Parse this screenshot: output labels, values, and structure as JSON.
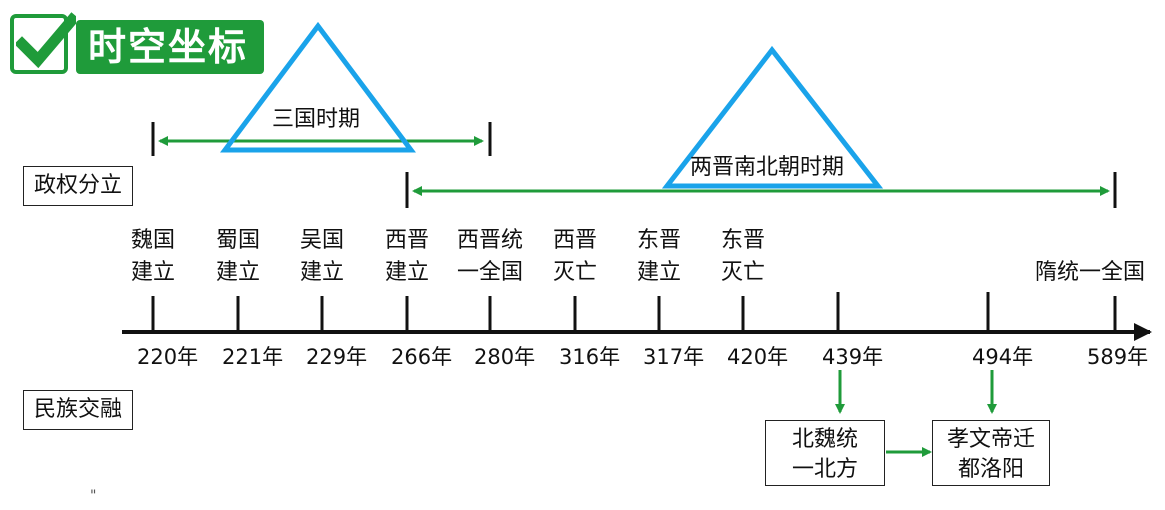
{
  "header": {
    "title": "时空坐标",
    "icon": "checkmark-icon",
    "colors": {
      "green": "#1f9b3a",
      "blue": "#1aa3ea"
    }
  },
  "labels": {
    "political": "政权分立",
    "ethnic": "民族交融"
  },
  "periods": [
    {
      "name": "三国时期",
      "start": "220年",
      "end": "280年"
    },
    {
      "name": "两晋南北朝时期",
      "start": "266年",
      "end": "589年"
    }
  ],
  "events": [
    {
      "line1": "魏国",
      "line2": "建立",
      "year": "220年"
    },
    {
      "line1": "蜀国",
      "line2": "建立",
      "year": "221年"
    },
    {
      "line1": "吴国",
      "line2": "建立",
      "year": "229年"
    },
    {
      "line1": "西晋",
      "line2": "建立",
      "year": "266年"
    },
    {
      "line1": "西晋统",
      "line2": "一全国",
      "year": "280年"
    },
    {
      "line1": "西晋",
      "line2": "灭亡",
      "year": "316年"
    },
    {
      "line1": "东晋",
      "line2": "建立",
      "year": "317年"
    },
    {
      "line1": "东晋",
      "line2": "灭亡",
      "year": "420年"
    },
    {
      "line1": "",
      "line2": "",
      "year": "439年"
    },
    {
      "line1": "",
      "line2": "",
      "year": "494年"
    },
    {
      "line1": "",
      "line2": "隋统一全国",
      "year": "589年"
    }
  ],
  "fusion": [
    {
      "line1": "北魏统",
      "line2": "一北方",
      "year": "439年"
    },
    {
      "line1": "孝文帝迁",
      "line2": "都洛阳",
      "year": "494年"
    }
  ],
  "footer_mark": "\""
}
